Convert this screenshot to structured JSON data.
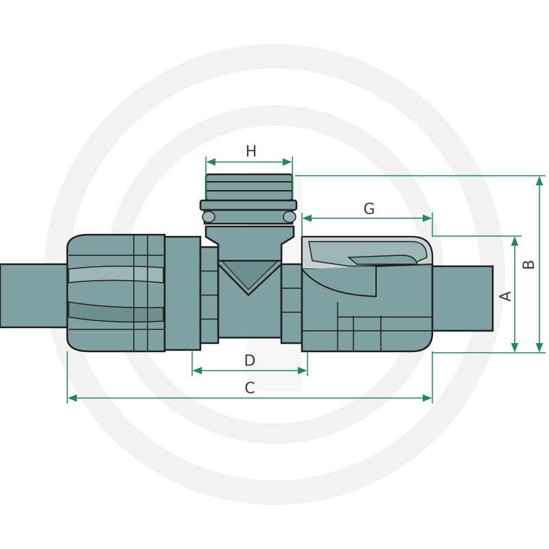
{
  "colors": {
    "body": "#7fa1a1",
    "body_dark": "#6d8f8f",
    "body_light": "#9cb6b6",
    "cap_light": "#c9d2d2",
    "outline": "#1e1e1e",
    "dimension": "#1e8a5a",
    "watermark": "#f1f3f2",
    "label": "#3a3a3a"
  },
  "dimensions": {
    "A": "A",
    "B": "B",
    "C": "C",
    "D": "D",
    "G": "G",
    "H": "H"
  },
  "watermark": {
    "icon": "brand-ring-watermark"
  }
}
